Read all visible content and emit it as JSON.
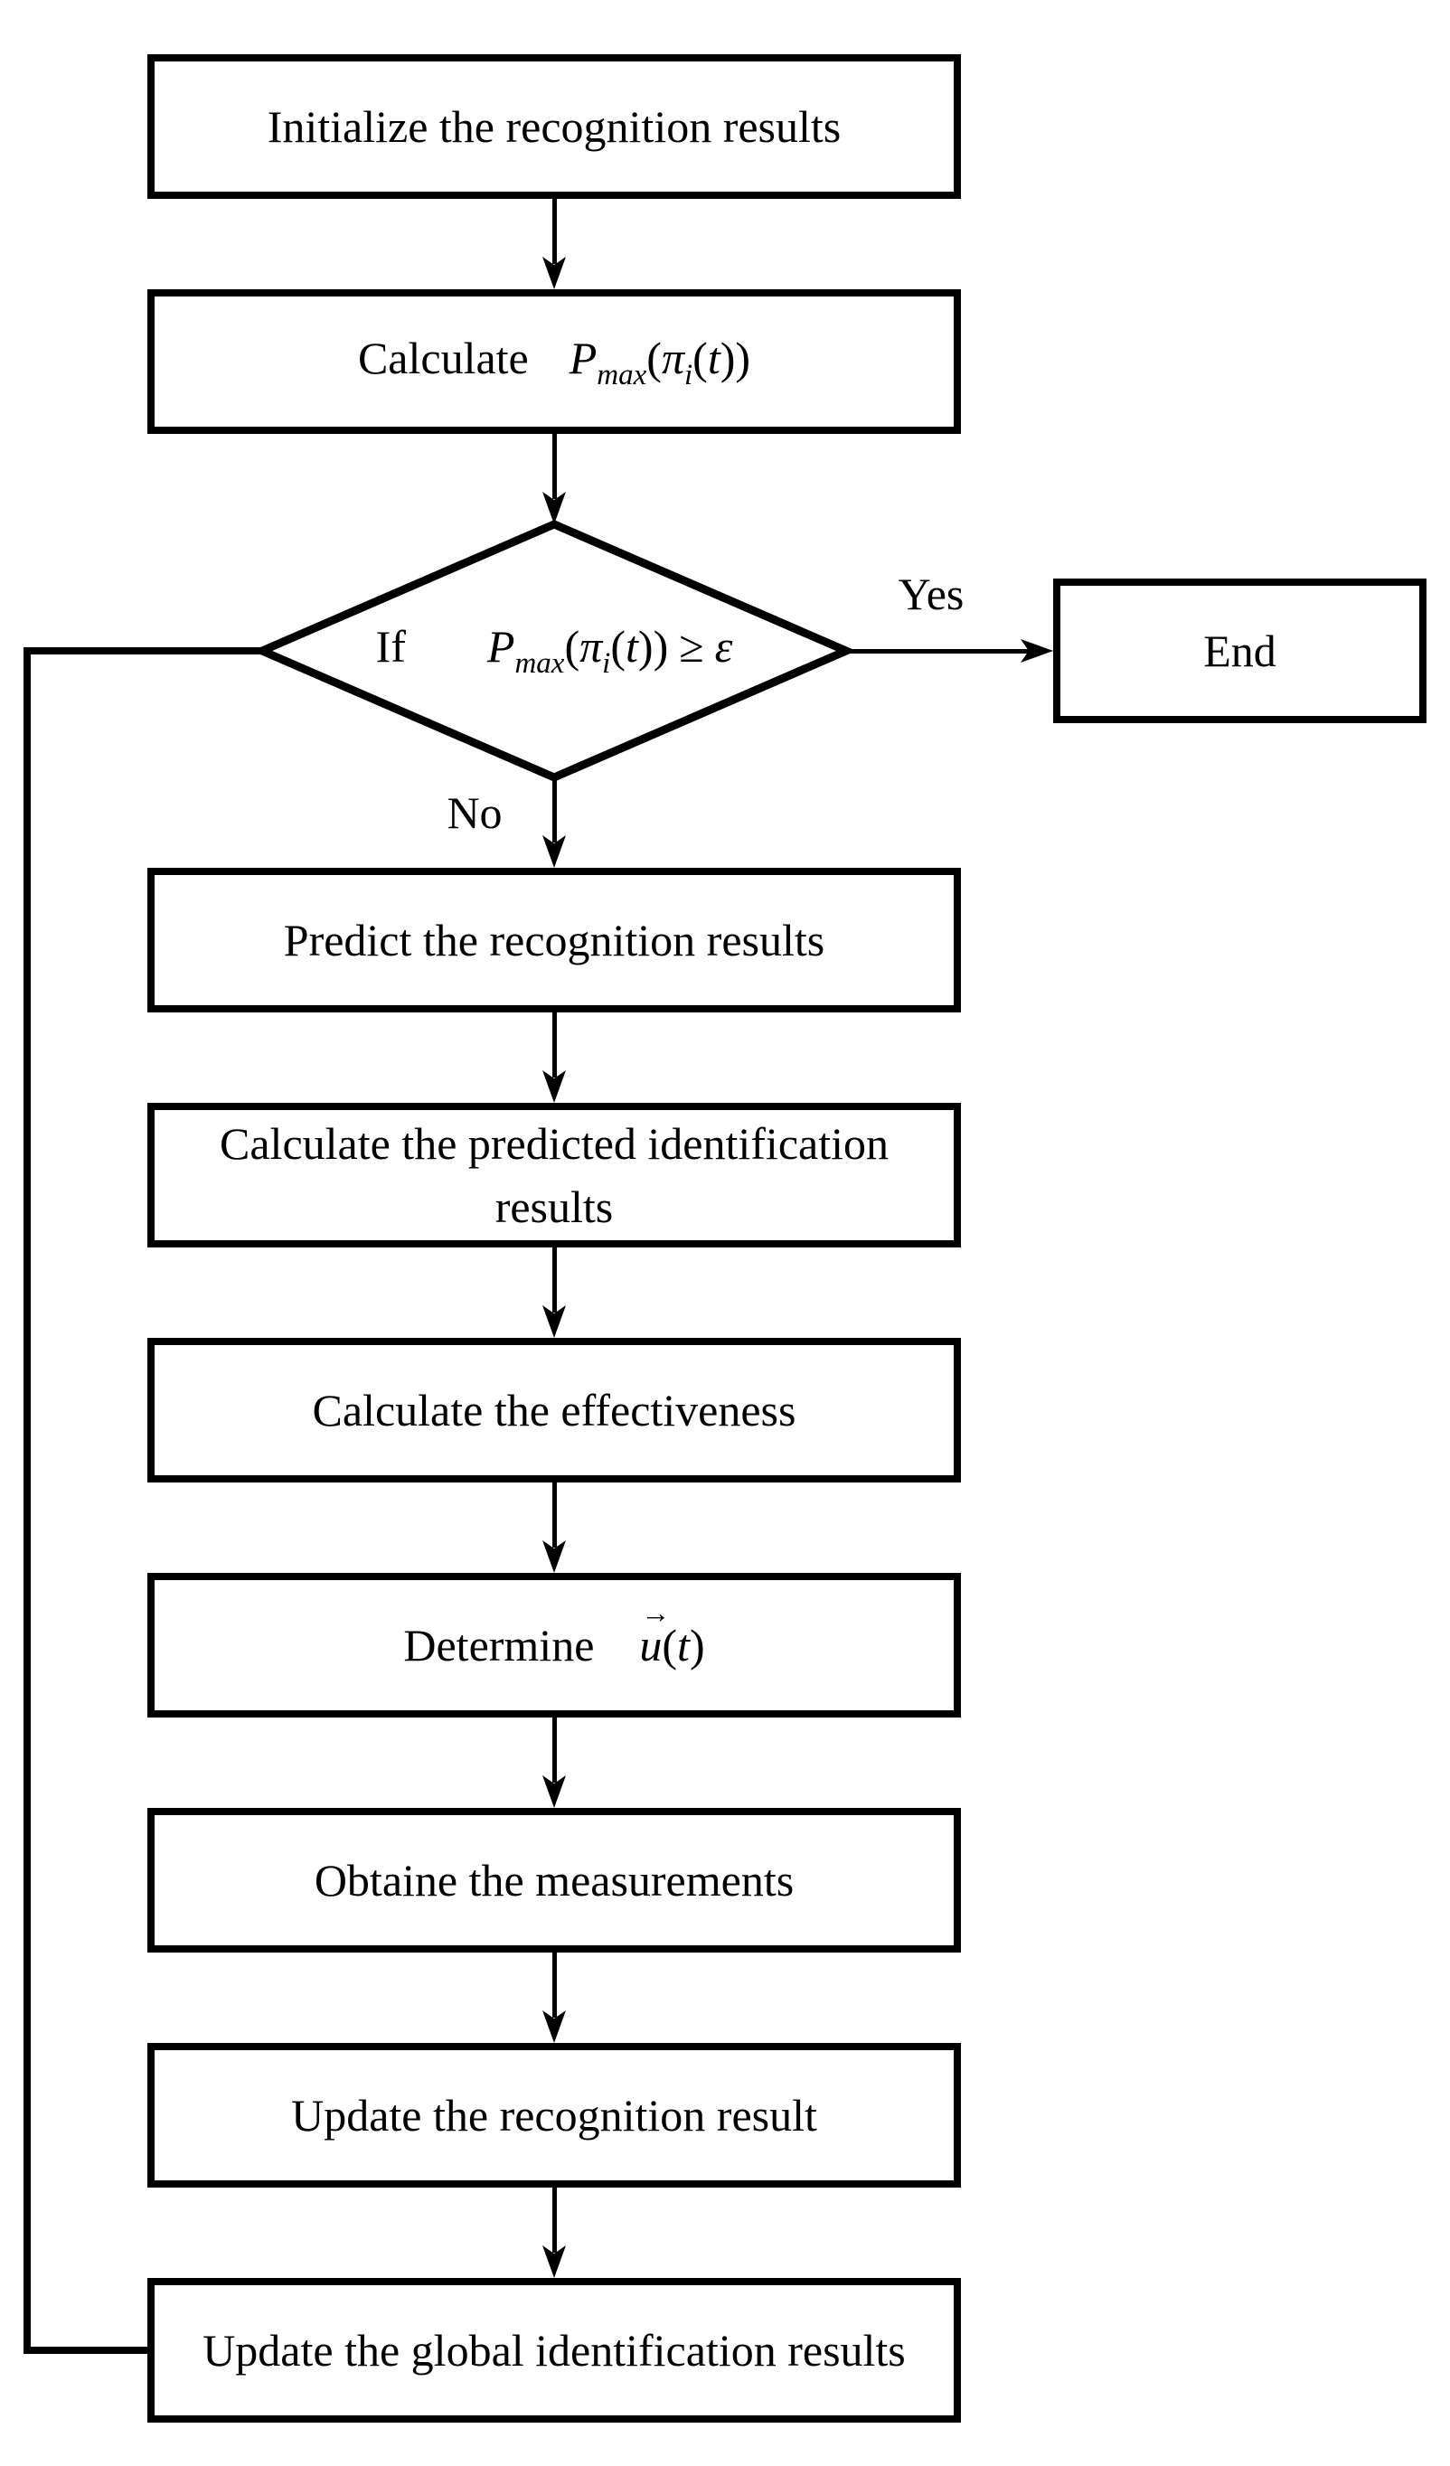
{
  "diagram": {
    "background": "#ffffff",
    "stroke_color": "#000000",
    "nodes": {
      "initialize": {
        "label": "Initialize the recognition results"
      },
      "calculate_pmax": {
        "prefix": "Calculate"
      },
      "decision": {
        "prefix": "If",
        "geq": "≥",
        "epsilon": "ε"
      },
      "end": {
        "label": "End"
      },
      "predict": {
        "label": "Predict the recognition results"
      },
      "calculate_predicted": {
        "label": "Calculate the predicted identification results"
      },
      "calculate_effectiveness": {
        "label": "Calculate the effectiveness"
      },
      "determine": {
        "prefix": "Determine",
        "formula": {
          "u": "u",
          "arrow": "→",
          "open": "(",
          "t": "t",
          "close": ")"
        }
      },
      "obtain": {
        "label": "Obtaine the measurements"
      },
      "update_recognition": {
        "label": "Update the recognition result"
      },
      "update_global": {
        "label": "Update the global identification results"
      }
    },
    "formula_pmax": {
      "P": "P",
      "sub_max": "max",
      "open1": "(",
      "pi": "π",
      "sub_i": "i",
      "open2": "(",
      "t": "t",
      "close2": ")",
      "close1": ")"
    },
    "edge_labels": {
      "yes": "Yes",
      "no": "No"
    }
  }
}
